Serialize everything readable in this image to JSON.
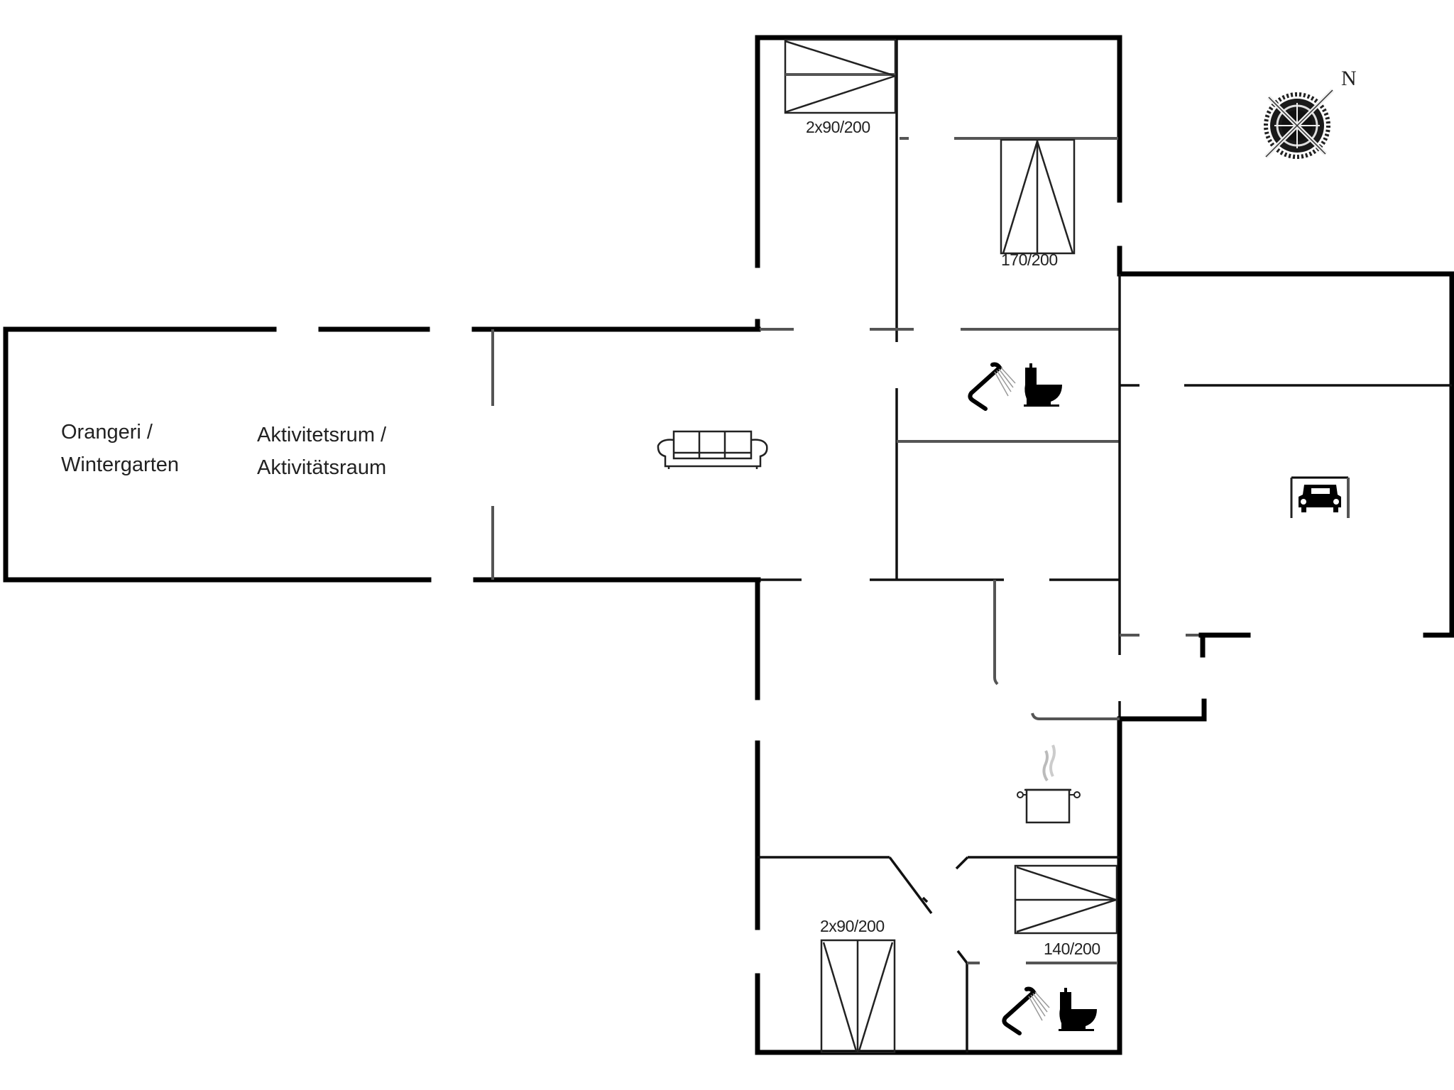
{
  "floorplan": {
    "rooms": [
      {
        "id": "orangeri",
        "line1": "Orangeri /",
        "line2": "Wintergarten"
      },
      {
        "id": "aktivitetsrum",
        "line1": "Aktivitetsrum /",
        "line2": "Aktivitätsraum"
      }
    ],
    "beds": [
      {
        "id": "bed-top-left",
        "label": "2x90/200"
      },
      {
        "id": "bed-top-right",
        "label": "170/200"
      },
      {
        "id": "bed-bottom-left",
        "label": "2x90/200"
      },
      {
        "id": "bed-bottom-right",
        "label": "140/200"
      }
    ],
    "compass": {
      "north_label": "N"
    },
    "icons": [
      "sofa-icon",
      "shower-icon",
      "toilet-icon",
      "car-icon",
      "cooking-pot-icon",
      "compass-icon"
    ]
  }
}
